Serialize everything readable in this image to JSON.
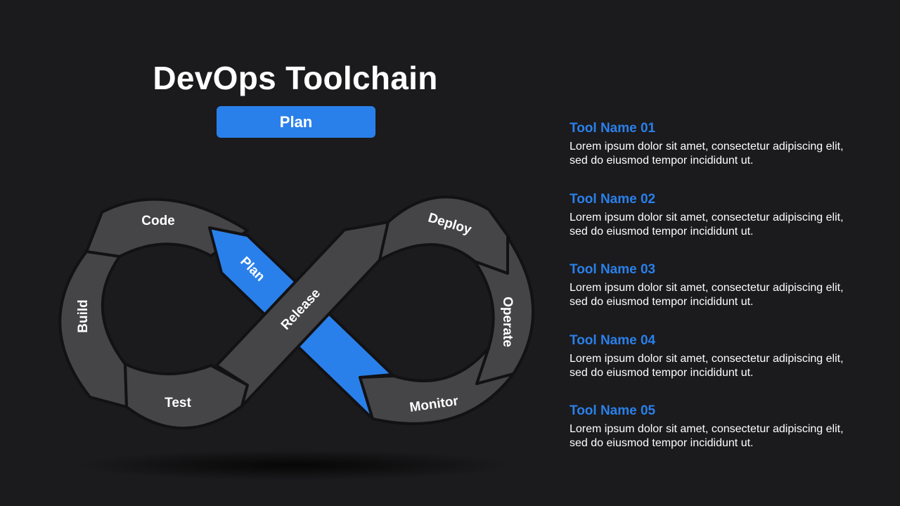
{
  "title": "DevOps Toolchain",
  "badge": "Plan",
  "diagram": {
    "segments": [
      {
        "label": "Code"
      },
      {
        "label": "Build"
      },
      {
        "label": "Test"
      },
      {
        "label": "Release"
      },
      {
        "label": "Plan",
        "highlighted": true
      },
      {
        "label": "Deploy"
      },
      {
        "label": "Operate"
      },
      {
        "label": "Monitor"
      }
    ]
  },
  "tools": [
    {
      "name": "Tool Name 01",
      "desc": "Lorem ipsum dolor sit amet, consectetur adipiscing elit, sed do eiusmod tempor incididunt ut."
    },
    {
      "name": "Tool Name 02",
      "desc": "Lorem ipsum dolor sit amet, consectetur adipiscing elit, sed do eiusmod tempor incididunt ut."
    },
    {
      "name": "Tool Name 03",
      "desc": "Lorem ipsum dolor sit amet, consectetur adipiscing elit, sed do eiusmod tempor incididunt ut."
    },
    {
      "name": "Tool Name 04",
      "desc": "Lorem ipsum dolor sit amet, consectetur adipiscing elit, sed do eiusmod tempor incididunt ut."
    },
    {
      "name": "Tool Name 05",
      "desc": "Lorem ipsum dolor sit amet, consectetur adipiscing elit, sed do eiusmod tempor incididunt ut."
    }
  ],
  "colors": {
    "background": "#1b1a1c",
    "accent": "#2a80ea",
    "segment": "#454446",
    "segment_outline": "#121113",
    "text": "#ffffff"
  }
}
